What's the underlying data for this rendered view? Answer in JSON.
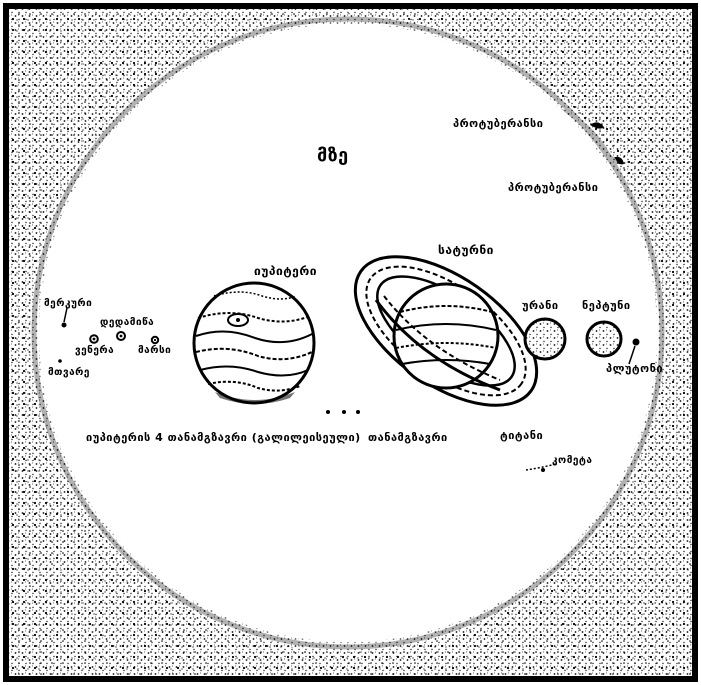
{
  "labels": {
    "sun": "მზე",
    "prominence_1": "პროტუბერანსი",
    "prominence_2": "პროტუბერანსი",
    "saturn": "სატურნი",
    "jupiter": "იუპიტერი",
    "uranus": "ურანი",
    "neptune": "ნეპტუნი",
    "pluto": "პლუტონი",
    "mercury": "მერკური",
    "earth": "დედამიწა",
    "venus": "ვენერა",
    "mars": "მარსი",
    "moon": "მთვარე",
    "jupiter_moons": "იუპიტერის 4 თანამგზავრი (გალილეისეული)",
    "saturn_moons": "თანამგზავრი",
    "titan": "ტიტანი",
    "comet": "კომეტა"
  },
  "colors": {
    "background": "#ffffff",
    "sun_fill": "#ffffff",
    "outline": "#000000",
    "speckle": "#1a1a1a"
  }
}
